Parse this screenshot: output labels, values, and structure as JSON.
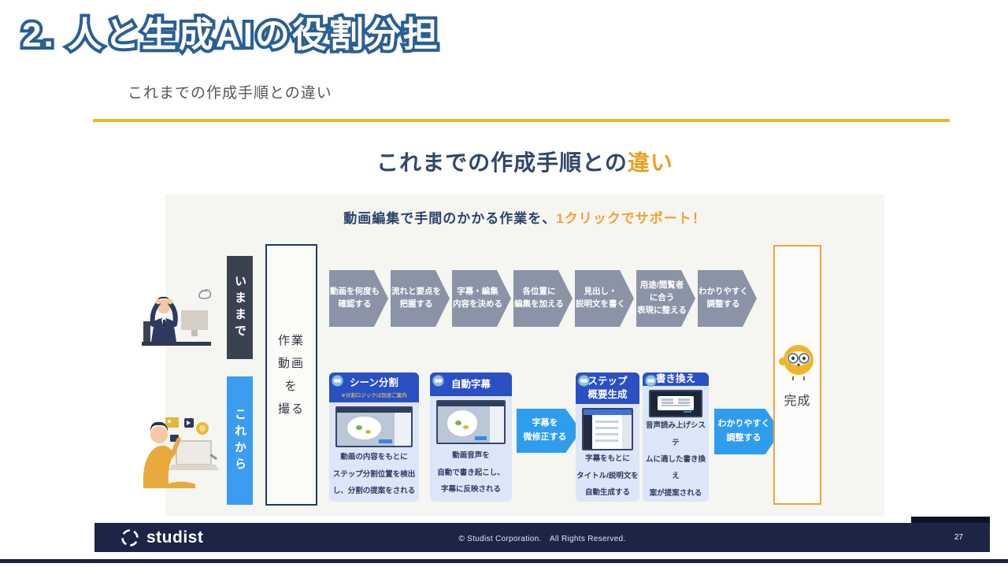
{
  "page": {
    "title": "2. 人と生成AIの役割分担",
    "subtitle": "これまでの作成手順との違い"
  },
  "slide": {
    "title_main": "これまでの作成手順との",
    "title_accent": "違い",
    "banner_main": "動画編集で手間のかかる作業を、",
    "banner_accent": "1クリックでサポート！",
    "lane_before": "いままで",
    "lane_after": "これから",
    "first_step": "作業\n動画\nを\n撮る",
    "before_steps": [
      "動画を何度も\n確認する",
      "流れと要点を\n把握する",
      "字幕・編集\n内容を決める",
      "各位置に\n編集を加える",
      "見出し・\n説明文を書く",
      "用途/閲覧者\nに合う\n表現に整える",
      "わかりやすく\n調整する"
    ],
    "ai_cards": [
      {
        "title": "シーン分割",
        "caption": "※分割ロジックは別途ご案内",
        "desc": "動画の内容をもとに\nステップ分割位置を検出\nし、分割の提案をされる"
      },
      {
        "title": "自動字幕",
        "desc": "動画音声を\n自動で書き起こし、\n字幕に反映される"
      },
      {
        "title": "ステップ\n概要生成",
        "desc": "字幕をもとに\nタイトル/説明文を\n自動生成する"
      },
      {
        "title": "書き換え",
        "desc": "音声読み上げシステ\nムに適した書き換え\n案が提案される"
      }
    ],
    "human_step_1": "字幕を\n微修正する",
    "human_step_2": "わかりやすく\n調整する",
    "done_label": "完成"
  },
  "footer": {
    "logo": "studist",
    "copyright": "© Studist Corporation.　All Rights Reserved.",
    "page_number": "27"
  },
  "icons": {
    "owl_mascot": "owl-mascot-icon",
    "card_avatar": "owl-avatar-icon",
    "logo_mark": "studist-circle-icon"
  },
  "colors": {
    "accent_yellow": "#e8b62e",
    "accent_orange": "#e8a021",
    "brand_navy": "#1c2546",
    "ai_blue": "#2a50c4",
    "human_blue": "#2f9ded",
    "lane_dark": "#3a4252",
    "lane_blue": "#3b9cf0",
    "arrow_gray": "#8b94a7"
  }
}
